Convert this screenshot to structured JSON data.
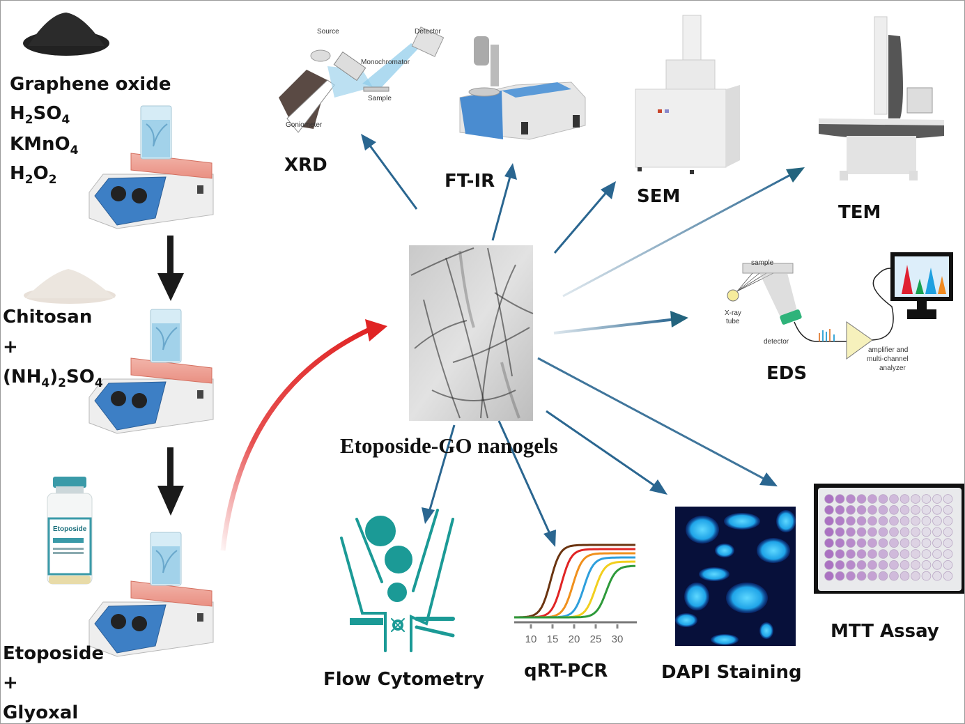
{
  "synthesis": {
    "step1": {
      "powder": "graphene-oxide-powder",
      "reagents": [
        {
          "base": "Graphene oxide",
          "parts": []
        },
        {
          "parts": [
            {
              "t": "H"
            },
            {
              "s": "2"
            },
            {
              "t": "SO"
            },
            {
              "s": "4"
            }
          ]
        },
        {
          "parts": [
            {
              "t": "KMnO"
            },
            {
              "s": "4"
            }
          ]
        },
        {
          "parts": [
            {
              "t": "H"
            },
            {
              "s": "2"
            },
            {
              "t": "O"
            },
            {
              "s": "2"
            }
          ]
        }
      ]
    },
    "step2": {
      "line1": "Chitosan",
      "line2": "+",
      "line3_parts": [
        {
          "t": "(NH"
        },
        {
          "s": "4"
        },
        {
          "t": ")"
        },
        {
          "s": "2"
        },
        {
          "t": "SO"
        },
        {
          "s": "4"
        }
      ]
    },
    "step3": {
      "vial_label": "Etoposide",
      "line1": "Etoposide",
      "line2": "+",
      "line3": "Glyoxal"
    }
  },
  "product": {
    "title": "Etoposide-GO nanogels"
  },
  "characterization": {
    "xrd": "XRD",
    "ftir": "FT-IR",
    "sem": "SEM",
    "tem": "TEM",
    "eds": "EDS",
    "eds_parts": {
      "sample": "sample",
      "xray_tube_1": "X-ray",
      "xray_tube_2": "tube",
      "detector": "detector",
      "amp_1": "amplifier and",
      "amp_2": "multi-channel",
      "amp_3": "analyzer"
    }
  },
  "assays": {
    "flow": "Flow Cytometry",
    "qpcr": "qRT-PCR",
    "qpcr_ticks": [
      "10",
      "15",
      "20",
      "25",
      "30"
    ],
    "dapi": "DAPI Staining",
    "mtt": "MTT Assay"
  },
  "colors": {
    "arrow_blue": "#2a6690",
    "arrow_red": "#e02424",
    "arrow_black": "#1a1a1a",
    "teal": "#1b9a96",
    "dapi_bg": "#07103a",
    "dapi_nuclei": "#2fb8f0",
    "mtt_well": "#a86cc0"
  }
}
